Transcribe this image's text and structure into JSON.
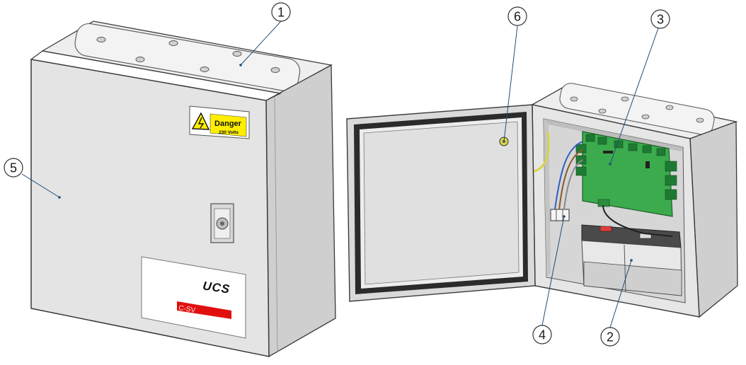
{
  "callouts": [
    {
      "number": "1"
    },
    {
      "number": "2"
    },
    {
      "number": "3"
    },
    {
      "number": "4"
    },
    {
      "number": "5"
    },
    {
      "number": "6"
    }
  ],
  "danger_label": {
    "title": "Danger",
    "subtitle": "230 Volts",
    "icon": "high-voltage-warning-icon",
    "background": "#ffee00"
  },
  "door_plate": {
    "brand": "UCS",
    "model": "C-SV",
    "model_bar_color": "#e01010"
  },
  "colors": {
    "enclosure": "#e4e4e4",
    "outline": "#3a3a3a",
    "leader_line": "#1f4e79",
    "gasket": "#2b2b2b",
    "pcb": "#3cab4e",
    "earth_wire": "#d8d44a"
  }
}
